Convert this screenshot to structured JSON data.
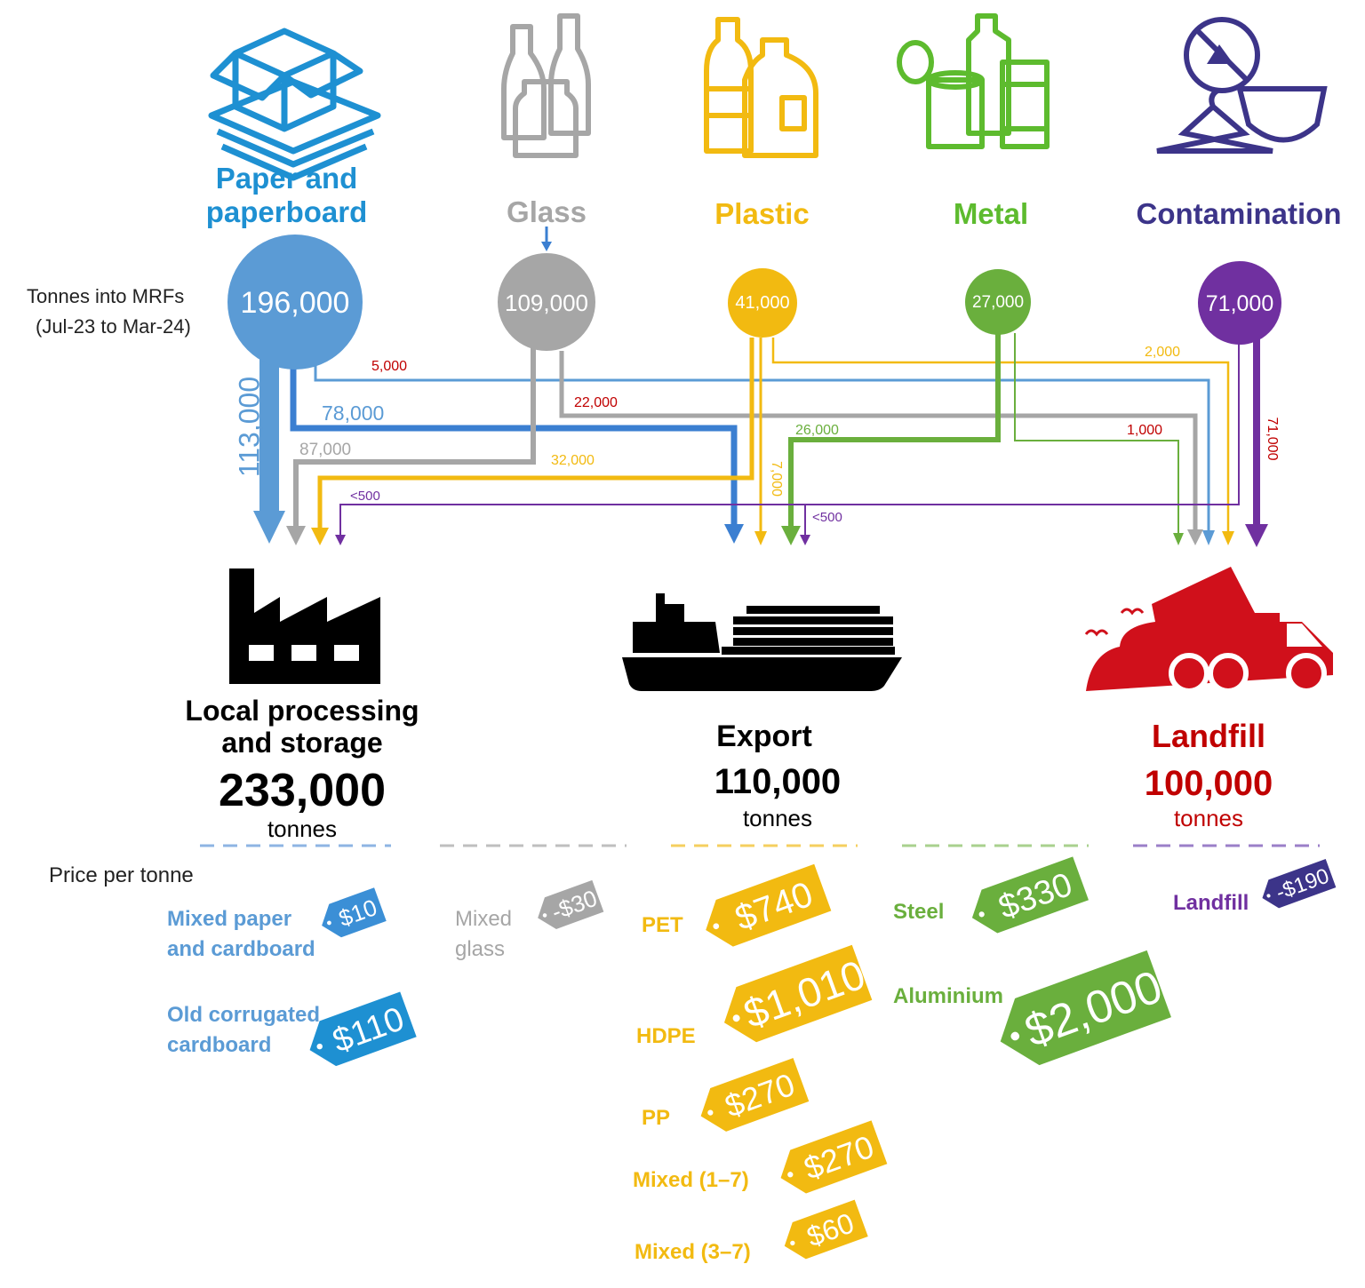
{
  "colors": {
    "paper": "#3B8FD6",
    "paper_circle": "#5B9BD5",
    "glass": "#A6A6A6",
    "plastic": "#F2BA11",
    "metal": "#6AAF3D",
    "contamination": "#7030A0",
    "contamination_label": "#3C3489",
    "landfill": "#D0101B",
    "black": "#000000",
    "red_label": "#C00000"
  },
  "categories": {
    "paper": {
      "label_line1": "Paper and",
      "label_line2": "paperboard",
      "tonnes": "196,000",
      "icon": "box-icon"
    },
    "glass": {
      "label": "Glass",
      "tonnes": "109,000",
      "icon": "bottles-icon"
    },
    "plastic": {
      "label": "Plastic",
      "tonnes": "41,000",
      "icon": "plastic-bottles-icon"
    },
    "metal": {
      "label": "Metal",
      "tonnes": "27,000",
      "icon": "cans-icon"
    },
    "contamination": {
      "label": "Contamination",
      "tonnes": "71,000",
      "icon": "no-recycle-icon"
    }
  },
  "tonnes_into_mrfs": {
    "line1": "Tonnes into MRFs",
    "line2": "(Jul-23 to Mar-24)"
  },
  "flows": {
    "paper_local": "113,000",
    "paper_export": "78,000",
    "paper_landfill": "5,000",
    "glass_local": "87,000",
    "glass_landfill": "22,000",
    "plastic_local": "32,000",
    "plastic_export": "7,000",
    "plastic_landfill": "2,000",
    "metal_export": "26,000",
    "metal_landfill": "1,000",
    "contamination_local": "<500",
    "contamination_export": "<500",
    "contamination_landfill": "71,000"
  },
  "destinations": {
    "local": {
      "line1": "Local processing",
      "line2": "and storage",
      "value": "233,000",
      "unit": "tonnes",
      "icon": "factory-icon"
    },
    "export": {
      "line1": "Export",
      "value": "110,000",
      "unit": "tonnes",
      "icon": "ship-icon"
    },
    "landfill": {
      "line1": "Landfill",
      "value": "100,000",
      "unit": "tonnes",
      "icon": "dump-truck-icon"
    }
  },
  "prices": {
    "heading": "Price per tonne",
    "mixed_paper": {
      "line1": "Mixed paper",
      "line2": "and cardboard",
      "price": "$10"
    },
    "occ": {
      "line1": "Old corrugated",
      "line2": "cardboard",
      "price": "$110"
    },
    "mixed_glass": {
      "line1": "Mixed",
      "line2": "glass",
      "price": "-$30"
    },
    "pet": {
      "label": "PET",
      "price": "$740"
    },
    "hdpe": {
      "label": "HDPE",
      "price": "$1,010"
    },
    "pp": {
      "label": "PP",
      "price": "$270"
    },
    "mixed17": {
      "label": "Mixed (1–7)",
      "price": "$270"
    },
    "mixed37": {
      "label": "Mixed (3–7)",
      "price": "$60"
    },
    "steel": {
      "label": "Steel",
      "price": "$330"
    },
    "aluminium": {
      "label": "Aluminium",
      "price": "$2,000"
    },
    "landfill": {
      "label": "Landfill",
      "price": "-$190"
    }
  }
}
